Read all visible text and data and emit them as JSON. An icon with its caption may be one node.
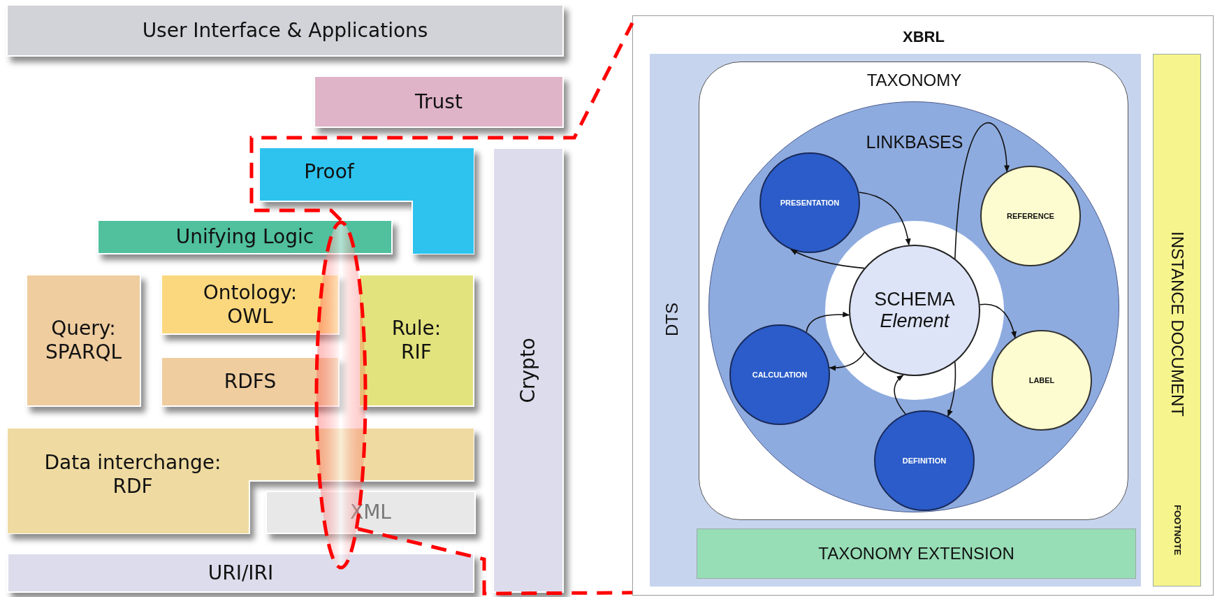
{
  "diagram": {
    "nodes": [
      {
        "text": [
          "User Interface & Applications"
        ]
      },
      {
        "text": [
          "Trust"
        ]
      },
      {
        "text": [
          "Proof"
        ]
      },
      {
        "text": [
          "Crypto"
        ]
      },
      {
        "text": [
          "Unifying Logic"
        ]
      },
      {
        "text": [
          "Query: SPARQL"
        ]
      },
      {
        "text": [
          "Ontology: OWL"
        ]
      },
      {
        "text": [
          "RDFS"
        ]
      },
      {
        "text": [
          "Rule: RIF"
        ]
      },
      {
        "text": [
          "Data interchange: RDF"
        ]
      },
      {
        "text": [
          "XML"
        ]
      },
      {
        "text": [
          "URI/IRI"
        ]
      },
      {
        "text": [],
        "shape": "ellipse"
      },
      {
        "text": [
          "XBRL"
        ]
      },
      {
        "text": [
          "DTS"
        ],
        "in": 13
      },
      {
        "text": [
          "TAXONOMY"
        ],
        "in": 14
      },
      {
        "text": [
          "LINKBASES"
        ],
        "in": 15
      },
      {
        "text": [
          "SCHEMA",
          "Element"
        ],
        "in": 16
      },
      {
        "text": [
          "PRESENTATION"
        ],
        "in": 16
      },
      {
        "text": [
          "REFERENCE"
        ],
        "in": 16
      },
      {
        "text": [
          "CALCULATION"
        ],
        "in": 16
      },
      {
        "text": [
          "LABEL"
        ],
        "in": 16
      },
      {
        "text": [
          "DEFINITION"
        ],
        "in": 16
      },
      {
        "text": [
          "TAXONOMY EXTENSION"
        ],
        "in": 14
      },
      {
        "text": [
          "INSTANCE DOCUMENT",
          "FOOTNOTE"
        ],
        "in": 13
      }
    ],
    "edges": [
      {
        "from": 12,
        "to": 13,
        "arrow": "none",
        "style": "dashed",
        "color": "#ff0000"
      },
      {
        "from": 12,
        "to": 13,
        "arrow": "none",
        "style": "dashed",
        "color": "#ff0000"
      },
      {
        "from": 18,
        "to": 17,
        "arrow": "to"
      },
      {
        "from": 17,
        "to": 18,
        "arrow": "to"
      },
      {
        "from": 17,
        "to": 20,
        "arrow": "to"
      },
      {
        "from": 20,
        "to": 17,
        "arrow": "to"
      },
      {
        "from": 17,
        "to": 21,
        "arrow": "to"
      },
      {
        "from": 22,
        "to": 17,
        "arrow": "to"
      },
      {
        "from": 17,
        "to": 19,
        "arrow": "to"
      },
      {
        "from": 17,
        "to": 22,
        "arrow": "to"
      }
    ]
  }
}
